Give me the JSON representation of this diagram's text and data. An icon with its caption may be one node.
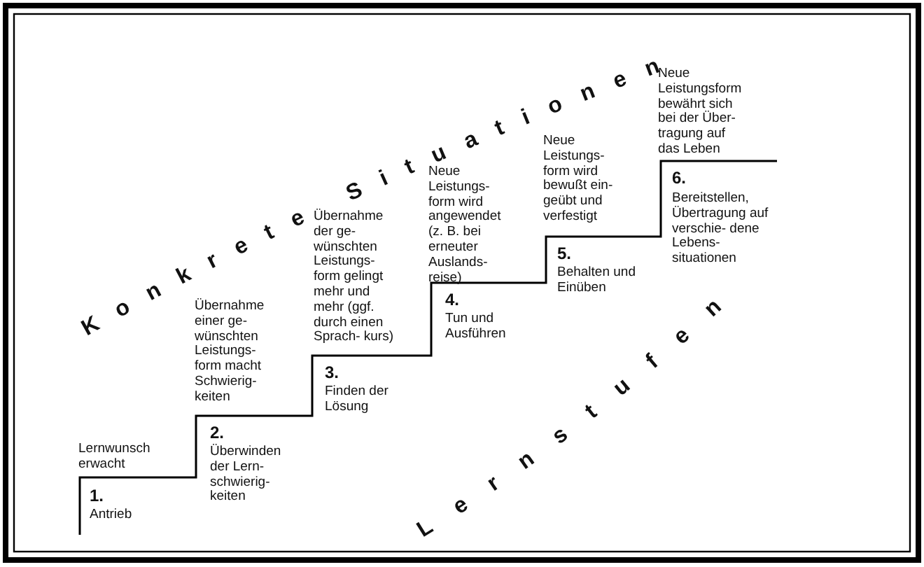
{
  "diagram": {
    "labels": [
      "Konkrete Situationen",
      "Lernwunsch erwacht",
      "1.",
      "Antrieb",
      "Übernahme einer ge- wünschten Leistungs- form macht Schwierig- keiten",
      "2.",
      "Überwinden der Lern- schwierig- keiten",
      "Übernahme der ge- wünschten Leistungs- form gelingt mehr und mehr (ggf. durch einen Sprach- kurs)",
      "3.",
      "Finden der Lösung",
      "Neue Leistungs- form wird angewendet (z. B. bei erneuter Auslands- reise)",
      "4.",
      "Tun und Ausführen",
      "Neue Leistungs- form wird bewußt ein- geübt und verfestigt",
      "5.",
      "Behalten und Einüben",
      "Neue Leistungsform bewährt sich bei der Über- tragung auf das Leben",
      "6.",
      "Bereitstellen, Übertragung auf verschie- dene Lebens- situationen",
      "Lernstufen"
    ]
  }
}
